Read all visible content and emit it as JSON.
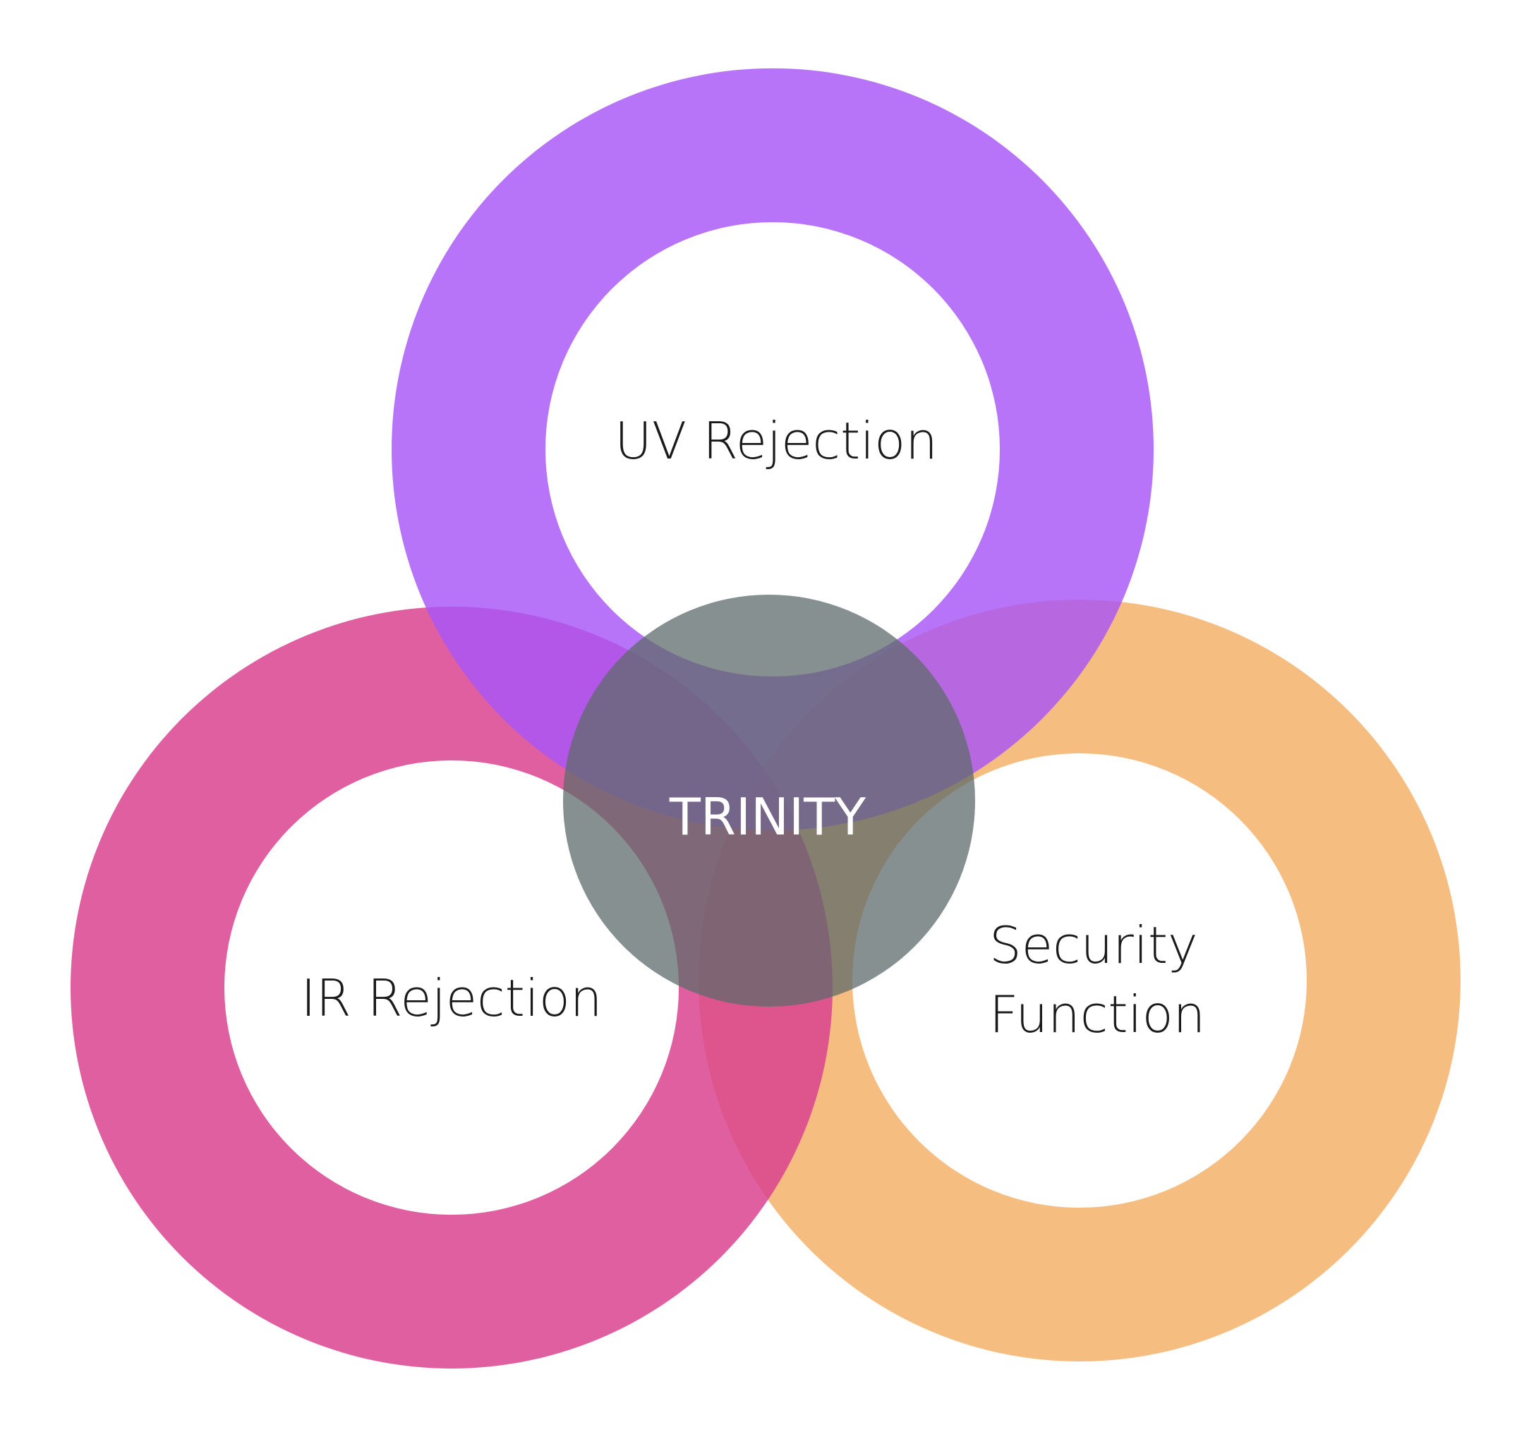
{
  "diagram": {
    "rings": [
      {
        "id": "uv",
        "label": "UV Rejection",
        "color": "#a855f7"
      },
      {
        "id": "ir",
        "label": "IR Rejection",
        "color": "#d9438f"
      },
      {
        "id": "security",
        "label_lines": [
          "Security",
          "Function"
        ],
        "color": "#f5b26b"
      }
    ],
    "center": {
      "label": "TRINITY",
      "color": "#5f6b6b"
    }
  }
}
